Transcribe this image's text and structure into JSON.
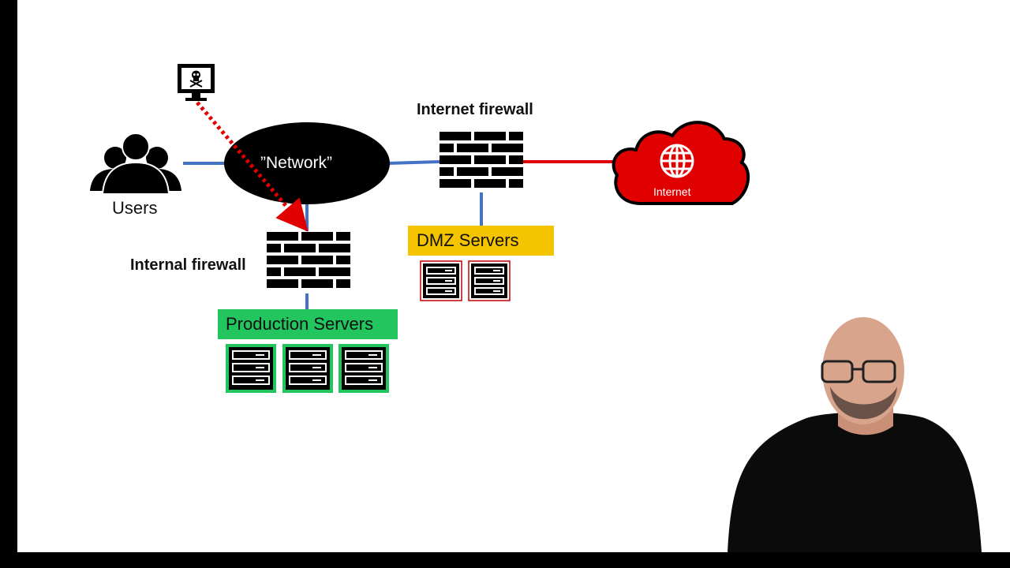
{
  "labels": {
    "users": "Users",
    "network": "”Network”",
    "internet_firewall": "Internet firewall",
    "internal_firewall": "Internal firewall",
    "dmz_servers": "DMZ Servers",
    "production_servers": "Production Servers",
    "internet": "Internet"
  },
  "icons": {
    "attacker": "skull-monitor-icon",
    "users": "users-group-icon",
    "firewall": "brick-wall-icon",
    "server": "server-rack-icon",
    "internet": "globe-cloud-icon"
  },
  "colors": {
    "link": "#4472c4",
    "internet_link": "#e00000",
    "attack_path": "#e00000",
    "cloud": "#e00000",
    "dmz_fill": "#f5c400",
    "production_fill": "#22c55e",
    "dmz_server_border": "#c00000",
    "production_server_border": "#22c55e",
    "network_fill": "#000000"
  }
}
